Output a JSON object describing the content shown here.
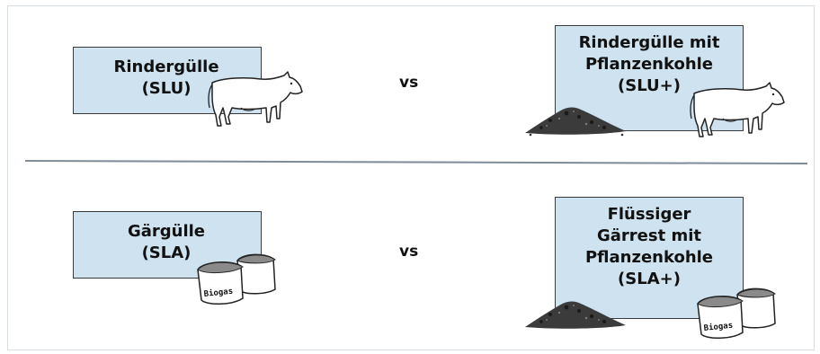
{
  "top_row": {
    "left": {
      "line1": "Rindergülle",
      "line2": "(SLU)"
    },
    "vs": "vs",
    "right": {
      "line1": "Rindergülle mit",
      "line2": "Pflanzenkohle",
      "line3": "(SLU+)"
    }
  },
  "bottom_row": {
    "left": {
      "line1": "Gärgülle",
      "line2": "(SLA)"
    },
    "vs": "vs",
    "right": {
      "line1": "Flüssiger",
      "line2": "Gärrest mit",
      "line3": "Pflanzenkohle",
      "line4": "(SLA+)"
    }
  },
  "tank_label": "Biogas",
  "colors": {
    "box_fill": "#cfe2ef",
    "box_border": "#3a3a3a",
    "divider": "#7f8c97"
  }
}
